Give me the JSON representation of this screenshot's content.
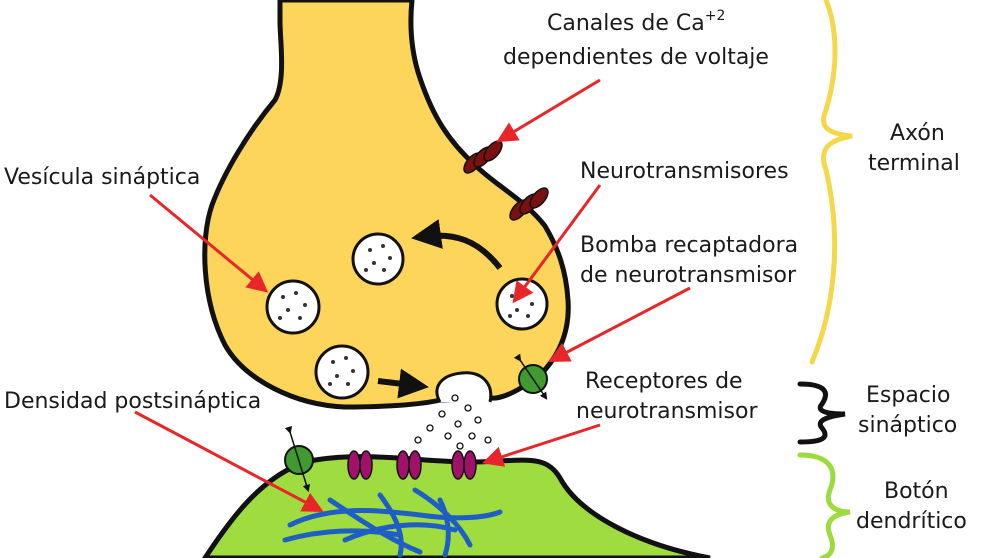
{
  "labels": {
    "ca_channels_1": "Canales de Ca",
    "ca_channels_sup": "+2",
    "ca_channels_2": "dependientes de voltaje",
    "vesicle": "Vesícula sináptica",
    "neurotransmitters": "Neurotransmisores",
    "pump_1": "Bomba recaptadora",
    "pump_2": "de neurotransmisor",
    "receptors_1": "Receptores de",
    "receptors_2": "neurotransmisor",
    "psd": "Densidad postsináptica",
    "axon_1": "Axón",
    "axon_2": "terminal",
    "cleft_1": "Espacio",
    "cleft_2": "sináptico",
    "dendrite_1": "Botón",
    "dendrite_2": "dendrítico"
  },
  "colors": {
    "axon_fill": "#fcd55a",
    "dendrite_fill": "#9fdc3f",
    "membrane": "#111111",
    "ca_channel": "#7a1010",
    "receptor": "#a0126a",
    "pump": "#3f9a2f",
    "psd_filaments": "#1f5ec4",
    "arrow_red": "#e8262a",
    "brace_axon": "#f5d84a",
    "brace_cleft": "#111111",
    "brace_dendrite": "#9bdc3c"
  }
}
